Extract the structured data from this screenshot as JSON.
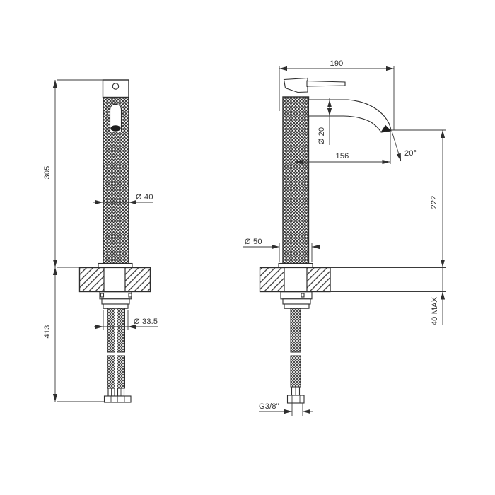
{
  "document": {
    "kind": "technical drawing - basin mixer faucet, two views",
    "background": "#ffffff",
    "line_color": "#2e2e2e",
    "text_color": "#333333"
  },
  "views": {
    "left": {
      "dims": {
        "height_above_deck": "305",
        "height_below_deck": "413",
        "body_diameter": "Ø 40",
        "shank_diameter": "Ø 33.5"
      }
    },
    "right": {
      "dims": {
        "overall_depth": "190",
        "spout_diameter": "Ø 20",
        "spout_reach": "156",
        "spout_angle": "20°",
        "spout_height": "222",
        "deck_thickness_max": "40 MAX",
        "base_diameter": "Ø 50",
        "hose_connection": "G3/8\""
      }
    }
  }
}
